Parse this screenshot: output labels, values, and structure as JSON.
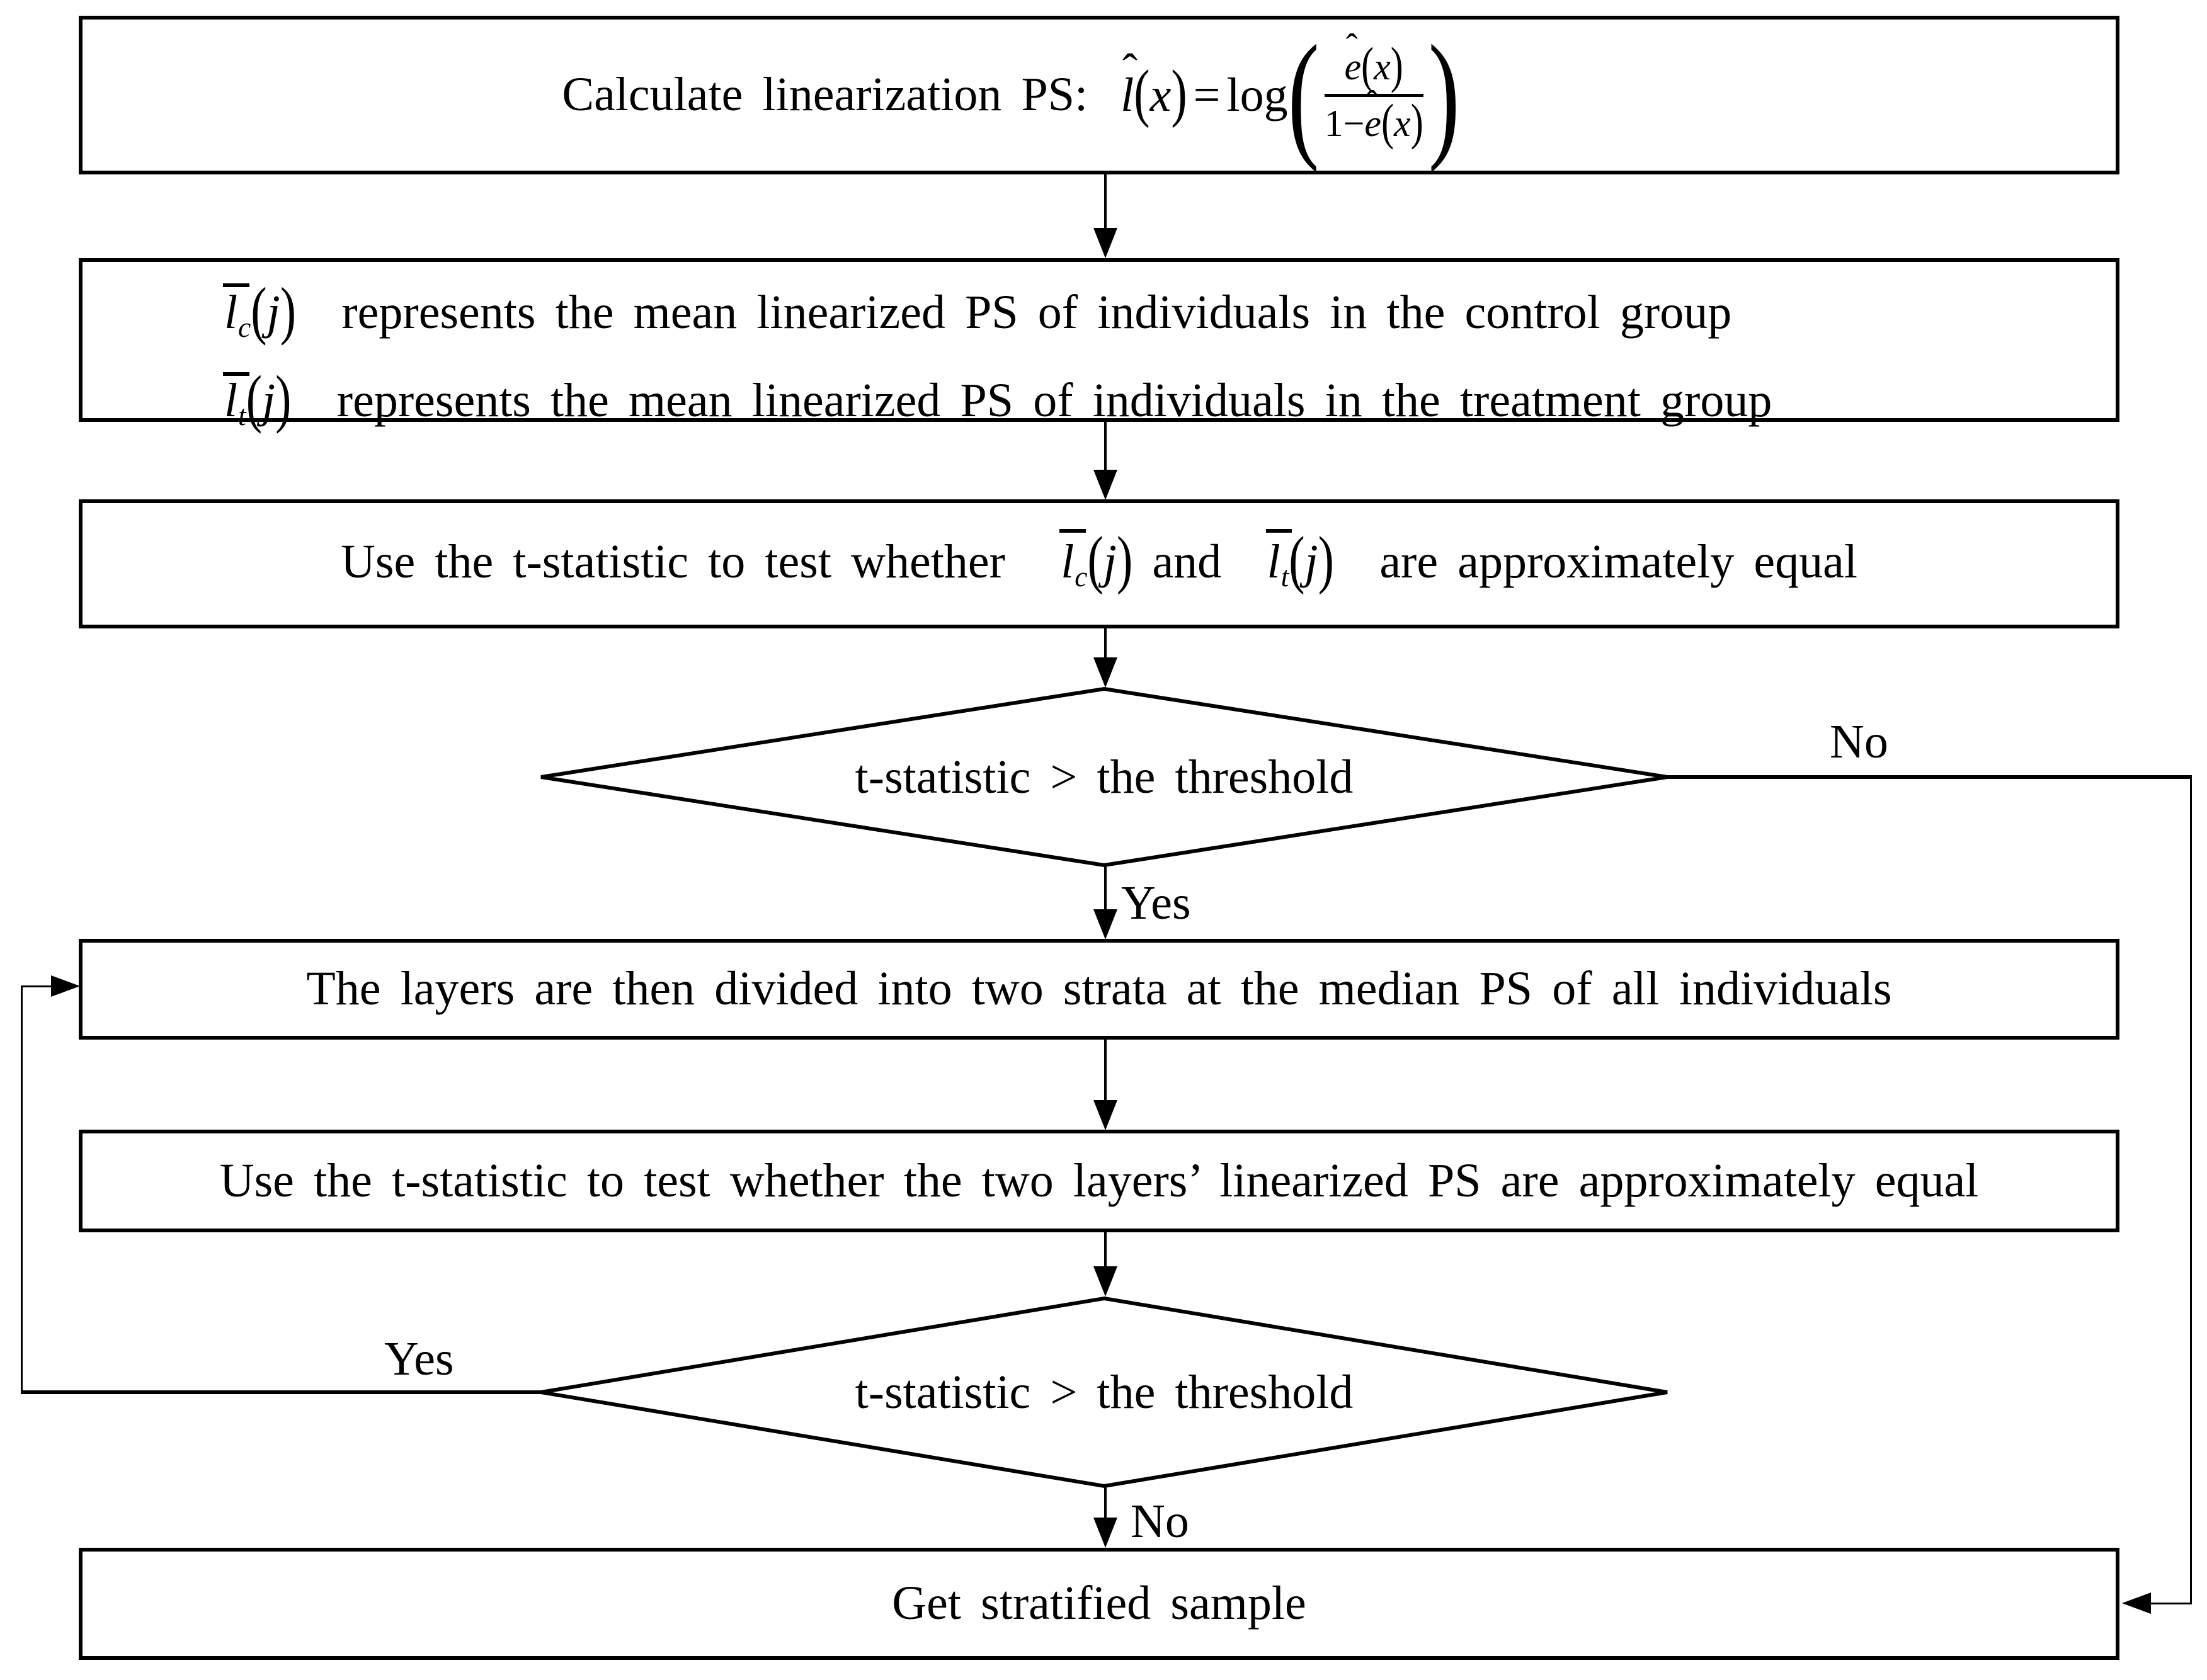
{
  "figure": {
    "type": "flowchart",
    "background": "#ffffff",
    "line_color": "#000000"
  },
  "math": {
    "hat": "ˆ",
    "l": "l",
    "e": "e",
    "x": "x",
    "j": "j",
    "c": "c",
    "t": "t",
    "lparen": "(",
    "rparen": ")",
    "equals": "=",
    "log": "log",
    "one_minus": "1−"
  },
  "boxes": {
    "calc": {
      "label": "Calculate linearization PS:"
    },
    "define": {
      "line1_text": "represents the mean linearized PS of individuals in the control group",
      "line2_text": "represents the mean linearized PS of individuals in the treatment group"
    },
    "test_groups": {
      "pre": "Use the t-statistic to test whether",
      "conj": "and",
      "post": "are approximately equal"
    },
    "divide": {
      "text": "The layers are then divided into two strata at the median PS of all individuals"
    },
    "test_layers": {
      "text": "Use the t-statistic to test whether the two layers’ linearized PS are approximately equal"
    },
    "result": {
      "text": "Get stratified sample"
    }
  },
  "decisions": {
    "first": {
      "text": "t-statistic > the threshold",
      "yes_label": "Yes",
      "no_label": "No"
    },
    "second": {
      "text": "t-statistic > the threshold",
      "yes_label": "Yes",
      "no_label": "No"
    }
  }
}
